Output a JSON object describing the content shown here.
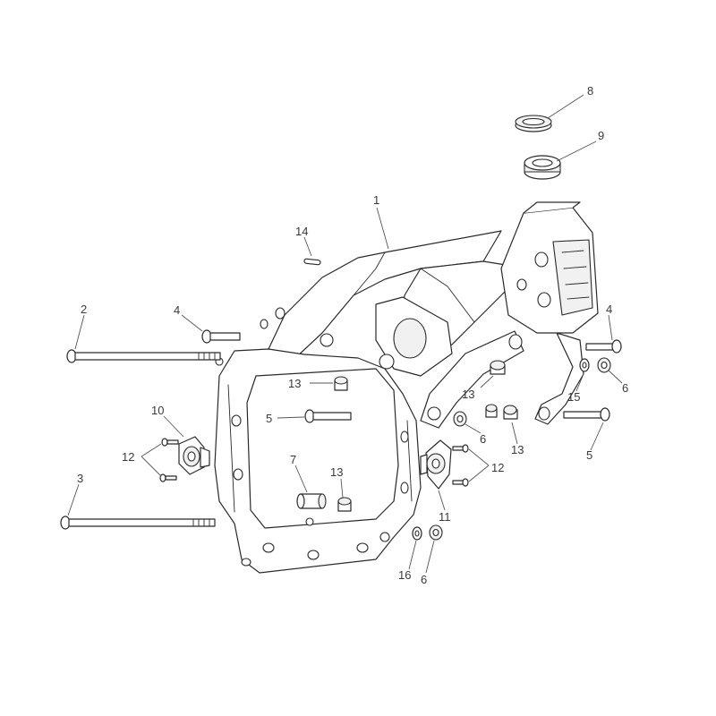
{
  "callouts": {
    "c1": "1",
    "c2": "2",
    "c3": "3",
    "c4a": "4",
    "c4b": "4",
    "c5a": "5",
    "c5b": "5",
    "c6a": "6",
    "c6b": "6",
    "c6c": "6",
    "c7": "7",
    "c8": "8",
    "c9": "9",
    "c10": "10",
    "c11": "11",
    "c12a": "12",
    "c12b": "12",
    "c13a": "13",
    "c13b": "13",
    "c13c": "13",
    "c13d": "13",
    "c14": "14",
    "c15": "15",
    "c16": "16"
  }
}
